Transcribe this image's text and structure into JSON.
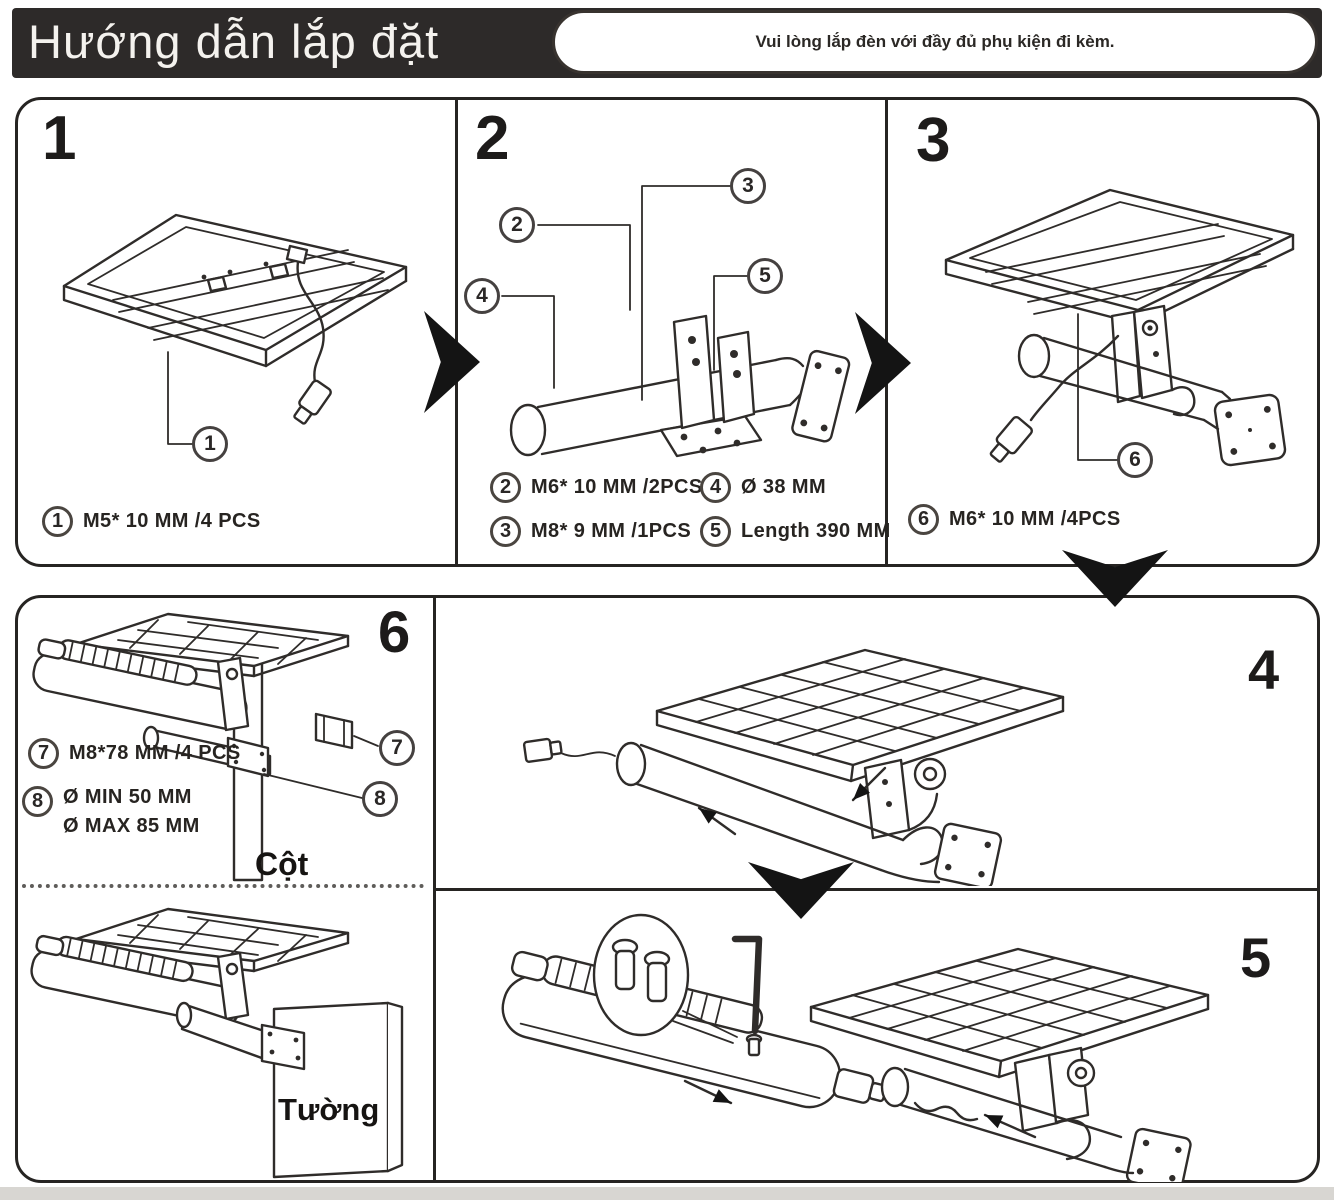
{
  "header": {
    "title": "Hướng dẫn lắp đặt",
    "note": "Vui lòng lắp đèn với đầy đủ phụ kiện đi kèm."
  },
  "colors": {
    "ink": "#2f2c2a",
    "header_bg": "#2d2a29",
    "arrow": "#141414"
  },
  "steps": {
    "s1": "1",
    "s2": "2",
    "s3": "3",
    "s4": "4",
    "s5": "5",
    "s6": "6"
  },
  "callouts": {
    "c1": "1",
    "c2": "2",
    "c3": "3",
    "c4": "4",
    "c5": "5",
    "c6": "6",
    "c7": "7",
    "c8": "8"
  },
  "specs": {
    "p1": [
      {
        "ref": "1",
        "text": "M5* 10  MM /4 PCS"
      }
    ],
    "p2": [
      {
        "ref": "2",
        "text": "M6* 10  MM /2PCS"
      },
      {
        "ref": "3",
        "text": "M8* 9  MM /1PCS"
      },
      {
        "ref": "4",
        "text": "Ø 38 MM"
      },
      {
        "ref": "5",
        "text": "Length 390 MM"
      }
    ],
    "p3": [
      {
        "ref": "6",
        "text": "M6* 10  MM /4PCS"
      }
    ],
    "p6": [
      {
        "ref": "7",
        "text": "M8*78 MM /4 PCS"
      },
      {
        "ref": "8",
        "text": "Ø MIN 50 MM",
        "text2": "Ø MAX 85 MM"
      }
    ]
  },
  "labels": {
    "pole": "Cột",
    "wall": "Tường"
  }
}
